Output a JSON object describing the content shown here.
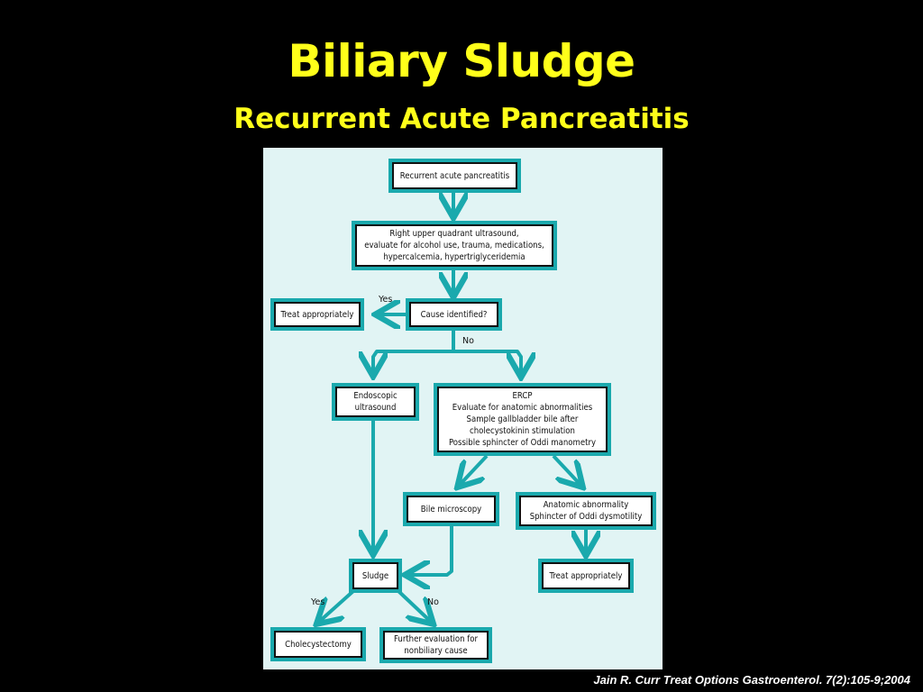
{
  "title": "Biliary Sludge",
  "subtitle": "Recurrent Acute Pancreatitis",
  "citation": "Jain R. Curr Treat Options Gastroenterol. 7(2):105-9;2004",
  "colors": {
    "background": "#000000",
    "title": "#ffff1a",
    "panel": "#e1f4f4",
    "accent": "#1aa9ad"
  },
  "flowchart": {
    "nodes": {
      "recurrent": "Recurrent acute pancreatitis",
      "ultrasound": "Right upper quadrant ultrasound,\nevaluate for alcohol use, trauma, medications,\nhypercalcemia, hypertriglyceridemia",
      "cause": "Cause identified?",
      "treat1": "Treat appropriately",
      "eus": "Endoscopic\nultrasound",
      "ercp": "ERCP\nEvaluate for anatomic abnormalities\nSample gallbladder bile after\ncholecystokinin stimulation\nPossible sphincter of Oddi manometry",
      "bile": "Bile microscopy",
      "anatomic": "Anatomic abnormality\nSphincter of Oddi dysmotility",
      "sludge": "Sludge",
      "treat2": "Treat appropriately",
      "chole": "Cholecystectomy",
      "further": "Further evaluation for\nnonbiliary cause"
    },
    "labels": {
      "yes1": "Yes",
      "no1": "No",
      "yes2": "Yes",
      "no2": "No"
    }
  }
}
